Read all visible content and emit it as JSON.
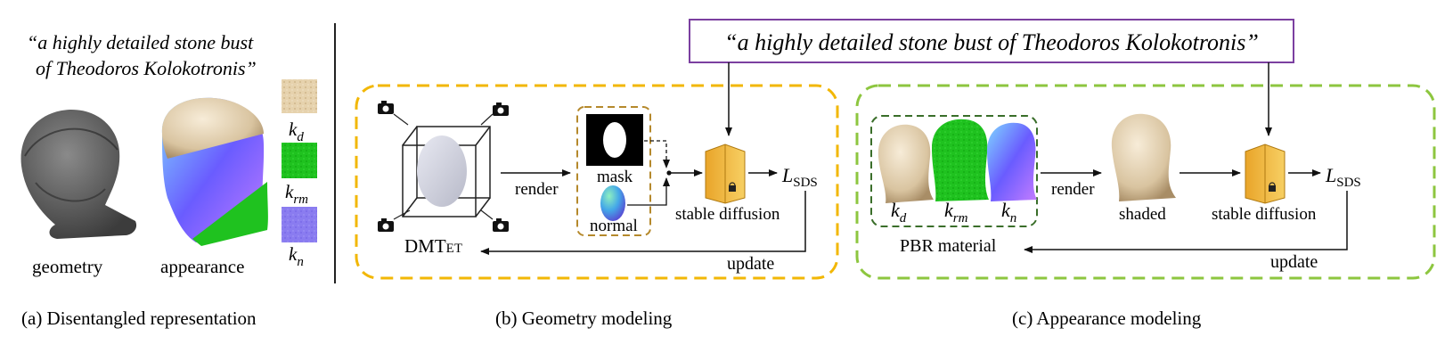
{
  "prompt_text": "“a highly detailed stone bust of Theodoros Kolokotronis”",
  "left_prompt_line1": "“a highly detailed stone bust",
  "left_prompt_line2": "of Theodoros Kolokotronis”",
  "labels": {
    "geometry": "geometry",
    "appearance": "appearance",
    "kd_base": "k",
    "kd_sub": "d",
    "krm_base": "k",
    "krm_sub": "rm",
    "kn_base": "k",
    "kn_sub": "n",
    "render": "render",
    "mask": "mask",
    "normal": "normal",
    "stable_diffusion": "stable diffusion",
    "loss_base": "L",
    "loss_sub": "SDS",
    "dmtet_main": "DMT",
    "dmtet_small": "ET",
    "update": "update",
    "shaded": "shaded",
    "pbr_material": "PBR material"
  },
  "captions": {
    "a": "(a) Disentangled representation",
    "b": "(b) Geometry modeling",
    "c": "(c) Appearance modeling"
  },
  "icons": [
    "camera-icon",
    "stable-diffusion-icon"
  ],
  "colors": {
    "geometry_box": "#f2b705",
    "appearance_box": "#8dc63f",
    "inner_material_box": "#3a6e2a",
    "mask_box": "#b5892c",
    "prompt_box": "#7b3fa0",
    "texture_green": "#1fc21f",
    "texture_blue": "#8a7cf0",
    "texture_beige": "#e6d2ad"
  }
}
